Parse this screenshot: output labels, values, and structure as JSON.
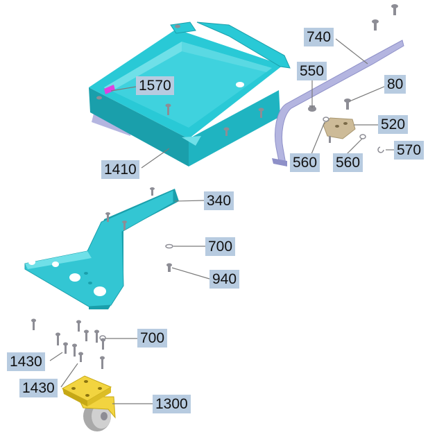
{
  "diagram": {
    "type": "exploded-parts-view",
    "colors": {
      "tray": "#29c9d6",
      "tray_dark": "#1a9fab",
      "tray_light": "#6fe0e8",
      "plate": "#33c6d3",
      "rail": "#b4b5e0",
      "rail_dark": "#8e90c8",
      "bracket": "#cdbb98",
      "caster_plate": "#f2d440",
      "caster_dark": "#c6a816",
      "wheel": "#a9a9a9",
      "fastener": "#8d8d95",
      "callout_bg": "#b7cbe0",
      "leader": "#7a7a7a",
      "highlight": "#e040e0"
    },
    "callouts": [
      {
        "id": "c1570",
        "label": "1570"
      },
      {
        "id": "c1410",
        "label": "1410"
      },
      {
        "id": "c740",
        "label": "740"
      },
      {
        "id": "c550",
        "label": "550"
      },
      {
        "id": "c80",
        "label": "80"
      },
      {
        "id": "c520",
        "label": "520"
      },
      {
        "id": "c560a",
        "label": "560"
      },
      {
        "id": "c560b",
        "label": "560"
      },
      {
        "id": "c570",
        "label": "570"
      },
      {
        "id": "c340",
        "label": "340"
      },
      {
        "id": "c700a",
        "label": "700"
      },
      {
        "id": "c940",
        "label": "940"
      },
      {
        "id": "c700b",
        "label": "700"
      },
      {
        "id": "c1430a",
        "label": "1430"
      },
      {
        "id": "c1430b",
        "label": "1430"
      },
      {
        "id": "c1300",
        "label": "1300"
      }
    ]
  }
}
